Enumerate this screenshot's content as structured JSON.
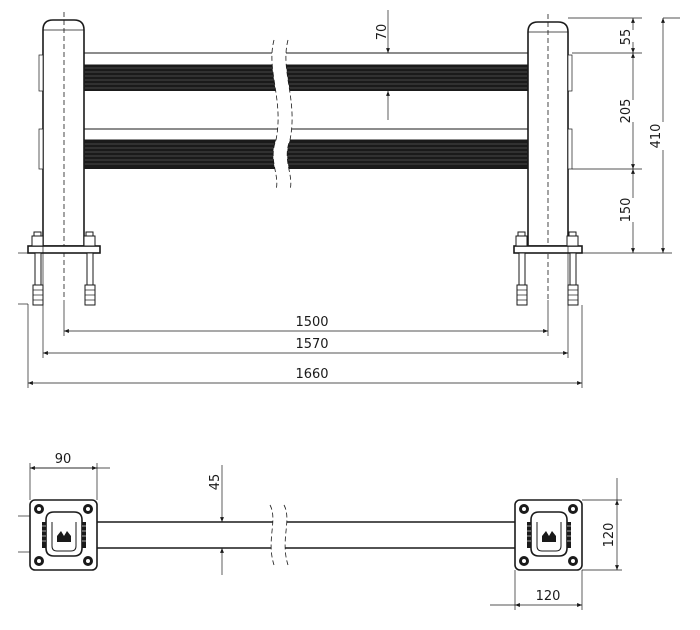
{
  "front_view": {
    "dims": {
      "d70": "70",
      "d55": "55",
      "d205": "205",
      "d410": "410",
      "d150": "150",
      "d1500": "1500",
      "d1570": "1570",
      "d1660": "1660"
    }
  },
  "top_view": {
    "dims": {
      "d90": "90",
      "d45": "45",
      "d120_h": "120",
      "d120_v": "120"
    }
  },
  "colors": {
    "line": "#1a1a1a",
    "background": "#ffffff"
  }
}
